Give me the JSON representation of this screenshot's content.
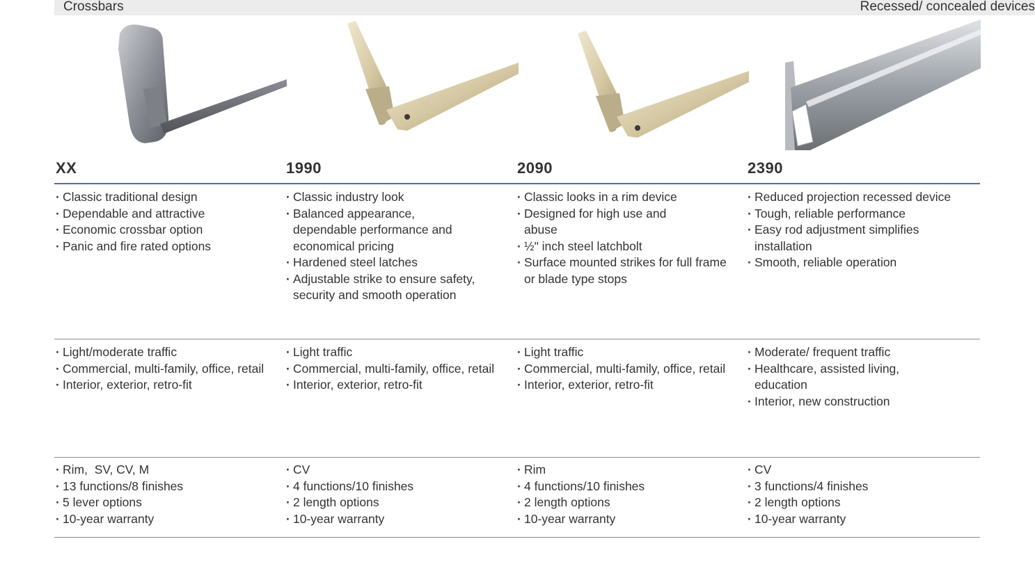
{
  "header": {
    "left": "Crossbars",
    "right": "Recessed/ concealed devices"
  },
  "columns": [
    {
      "name": "XX",
      "features": [
        "Classic traditional design",
        "Dependable and attractive",
        "Economic crossbar option",
        "Panic and fire rated options"
      ],
      "applications": [
        "Light/moderate traffic",
        "Commercial, multi-family, office, retail",
        "Interior, exterior, retro-fit"
      ],
      "specs": [
        "Rim,  SV, CV, M",
        "13 functions/8 finishes",
        "5 lever options",
        "10-year warranty"
      ]
    },
    {
      "name": "1990",
      "features": [
        "Classic industry look",
        "Balanced appearance, dependable performance and economical pricing",
        "Hardened steel latches",
        "Adjustable strike to ensure safety, security and smooth operation"
      ],
      "applications": [
        "Light traffic",
        "Commercial, multi-family, office, retail",
        "Interior, exterior, retro-fit"
      ],
      "specs": [
        "CV",
        "4 functions/10 finishes",
        "2 length options",
        "10-year warranty"
      ]
    },
    {
      "name": "2090",
      "features": [
        "Classic looks in a rim device",
        "Designed for high use and abuse",
        "½\" inch steel latchbolt",
        "Surface mounted strikes for full frame or blade type stops"
      ],
      "applications": [
        "Light traffic",
        "Commercial, multi-family, office, retail",
        "Interior, exterior, retro-fit"
      ],
      "specs": [
        "Rim",
        "4 functions/10 finishes",
        "2 length options",
        "10-year warranty"
      ]
    },
    {
      "name": "2390",
      "features": [
        "Reduced projection recessed device",
        "Tough, reliable performance",
        "Easy rod adjustment simplifies installation",
        "Smooth, reliable operation"
      ],
      "applications": [
        "Moderate/ frequent traffic",
        "Healthcare, assisted living, education",
        "Interior, new construction"
      ],
      "specs": [
        "CV",
        "3 functions/4 finishes",
        "2 length options",
        "10-year warranty"
      ]
    }
  ]
}
